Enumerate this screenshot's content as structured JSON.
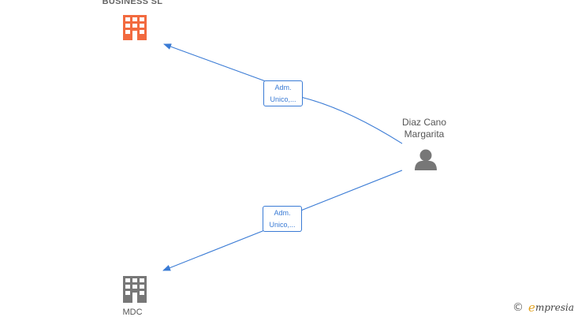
{
  "nodes": {
    "company_top": {
      "label": "BUSINESS  SL",
      "color": "#f26a3f"
    },
    "company_bottom": {
      "label": "MDC",
      "color": "#777777"
    },
    "person": {
      "label_line1": "Diaz Cano",
      "label_line2": "Margarita",
      "color": "#777777"
    }
  },
  "edges": [
    {
      "label_line1": "Adm.",
      "label_line2": "Unico,...",
      "color": "#3a7bd5"
    },
    {
      "label_line1": "Adm.",
      "label_line2": "Unico,...",
      "color": "#3a7bd5"
    }
  ],
  "footer": {
    "copyright_symbol": "©",
    "brand_first_letter": "e",
    "brand_rest": "mpresia"
  }
}
